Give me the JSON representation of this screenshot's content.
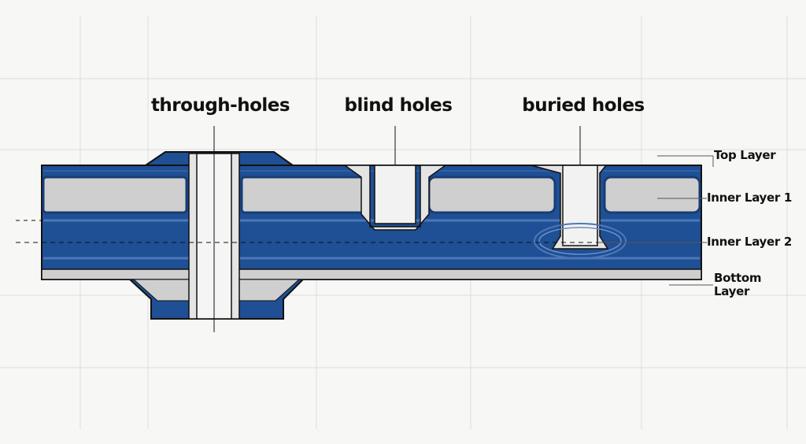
{
  "titles": {
    "through": "through-holes",
    "blind": "blind holes",
    "buried": "buried holes"
  },
  "layers": {
    "top": "Top Layer",
    "inner1": "Inner Layer 1",
    "inner2": "Inner Layer 2",
    "bottom_line1": "Bottom",
    "bottom_line2": "Layer"
  },
  "colors": {
    "copper": "#1f4f94",
    "copper_dark": "#173d75",
    "dielectric": "#cfcfcf",
    "plating": "#e4e4e4",
    "grid": "#dcdcdc",
    "outline": "#111111"
  }
}
